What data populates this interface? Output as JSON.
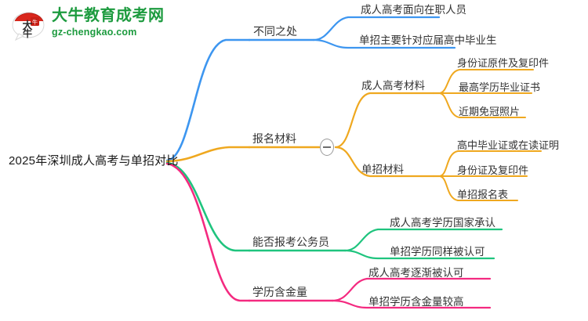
{
  "logo": {
    "name": "daniu-education-logo",
    "title": "大牛教育成考网",
    "subtitle": "gz-chengkao.com",
    "mark_text": "大牛",
    "brand_green": "#1d9b3f",
    "brand_red": "#d9261c"
  },
  "mindmap": {
    "root": {
      "label": "2025年深圳成人高考与单招对比"
    },
    "collapse_toggle": {
      "state": "expanded",
      "glyph": "−"
    },
    "colors": {
      "branch_1": "#3d96f0",
      "branch_2": "#efa81f",
      "branch_3": "#1fc47e",
      "branch_4": "#f42a80"
    },
    "branches": [
      {
        "label": "不同之处",
        "color": "#3d96f0",
        "children": [
          {
            "label": "成人高考面向在职人员"
          },
          {
            "label": "单招主要针对应届高中毕业生"
          }
        ]
      },
      {
        "label": "报名材料",
        "color": "#efa81f",
        "children": [
          {
            "label": "成人高考材料",
            "children": [
              {
                "label": "身份证原件及复印件"
              },
              {
                "label": "最高学历毕业证书"
              },
              {
                "label": "近期免冠照片"
              }
            ]
          },
          {
            "label": "单招材料",
            "children": [
              {
                "label": "高中毕业证或在读证明"
              },
              {
                "label": "身份证及复印件"
              },
              {
                "label": "单招报名表"
              }
            ]
          }
        ]
      },
      {
        "label": "能否报考公务员",
        "color": "#1fc47e",
        "children": [
          {
            "label": "成人高考学历国家承认"
          },
          {
            "label": "单招学历同样被认可"
          }
        ]
      },
      {
        "label": "学历含金量",
        "color": "#f42a80",
        "children": [
          {
            "label": "成人高考逐渐被认可"
          },
          {
            "label": "单招学历含金量较高"
          }
        ]
      }
    ]
  }
}
